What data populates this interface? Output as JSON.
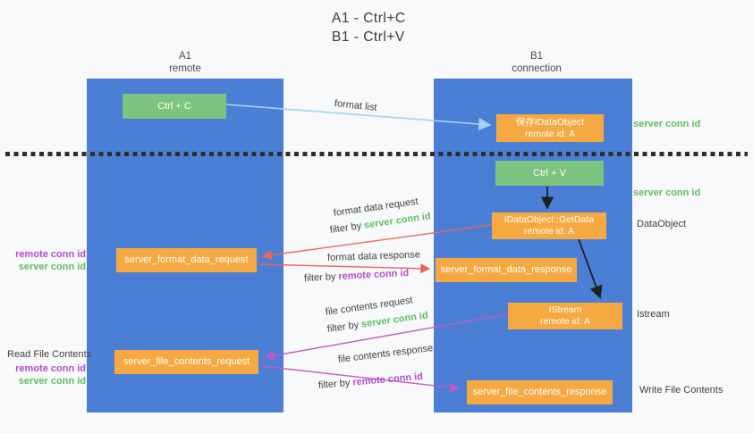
{
  "colors": {
    "background": "#f8f9fa",
    "lifeline_bar": "#4a7fd5",
    "green_box": "#7cc47f",
    "orange_box": "#f7a941",
    "green_text": "#5ebd62",
    "purple_text": "#b44cc8",
    "red_arrow": "#ec665c",
    "magenta_arrow": "#bf5ac3",
    "light_blue_arrow": "#a5d2ee",
    "black_arrow": "#1f1f1f"
  },
  "title": {
    "line1": "A1 - Ctrl+C",
    "line2": "B1 - Ctrl+V"
  },
  "lifelines": {
    "a1": {
      "id": "A1",
      "name": "remote"
    },
    "b1": {
      "id": "B1",
      "name": "connection"
    }
  },
  "nodes": {
    "ctrl_c": "Ctrl + C",
    "ctrl_v": "Ctrl + V",
    "save_dataobject_line1": "保存IDataObject",
    "save_dataobject_line2": "remote id: A",
    "getdata_line1": "IDataObject::GetData",
    "getdata_line2": "remote id: A",
    "istream_line1": "IStream",
    "istream_line2": "remote id: A",
    "format_request": "server_format_data_request",
    "format_response": "server_format_data_response",
    "file_request": "server_file_contents_request",
    "file_response": "server_file_contents_response"
  },
  "arrow_labels": {
    "format_list": "format list",
    "format_data_request": "format data request",
    "format_data_response": "format data response",
    "file_contents_request": "file contents request",
    "file_contents_response": "file contents response",
    "filter_by": "filter by",
    "server_conn_id": "server conn id",
    "remote_conn_id": "remote conn id"
  },
  "side_labels": {
    "server_conn_id_1": "server conn id",
    "server_conn_id_2": "server conn id",
    "dataobject": "DataObject",
    "istream": "Istream",
    "write_file_contents": "Write File Contents",
    "read_file_contents": "Read File Contents",
    "remote_conn_id_left_1": "remote conn id",
    "server_conn_id_left_1": "server conn id",
    "remote_conn_id_left_2": "remote conn id",
    "server_conn_id_left_2": "server conn id"
  }
}
